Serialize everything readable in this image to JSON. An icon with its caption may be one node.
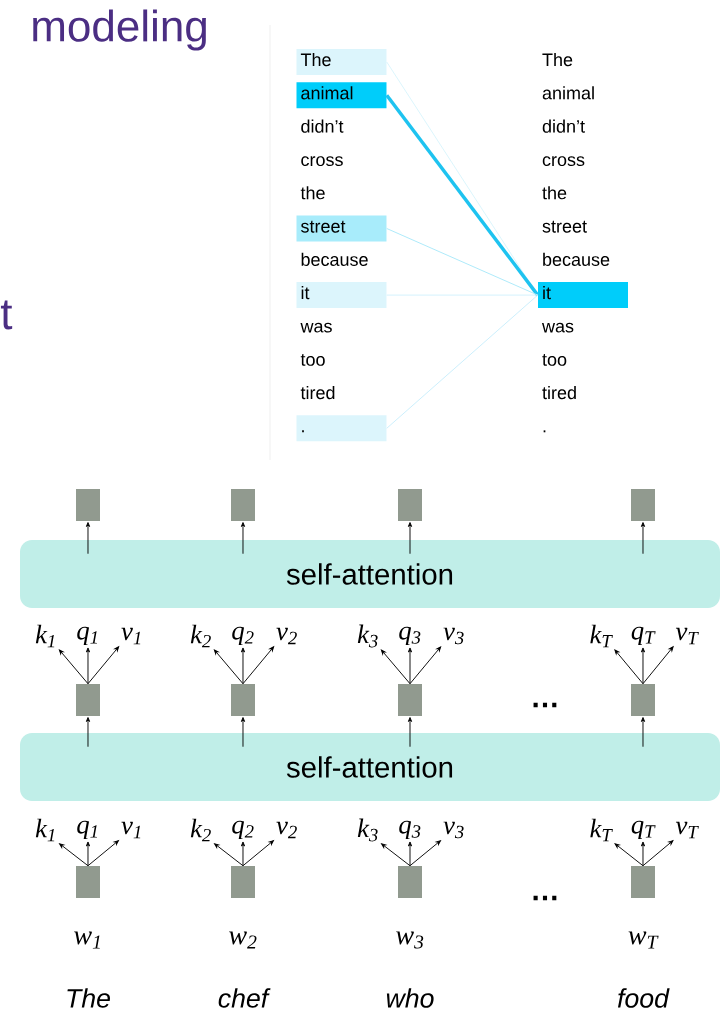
{
  "diagram": {
    "nodes": [
      {
        "text": [
          "The"
        ]
      },
      {
        "text": [
          "animal"
        ]
      },
      {
        "text": [
          "didn’t"
        ]
      },
      {
        "text": [
          "cross"
        ]
      },
      {
        "text": [
          "the"
        ]
      },
      {
        "text": [
          "street"
        ]
      },
      {
        "text": [
          "because"
        ]
      },
      {
        "text": [
          "it"
        ]
      },
      {
        "text": [
          "was"
        ]
      },
      {
        "text": [
          "too"
        ]
      },
      {
        "text": [
          "tired"
        ]
      },
      {
        "text": [
          "."
        ]
      },
      {
        "text": [
          "The"
        ]
      },
      {
        "text": [
          "animal"
        ]
      },
      {
        "text": [
          "didn’t"
        ]
      },
      {
        "text": [
          "cross"
        ]
      },
      {
        "text": [
          "the"
        ]
      },
      {
        "text": [
          "street"
        ]
      },
      {
        "text": [
          "because"
        ]
      },
      {
        "text": [
          "it"
        ]
      },
      {
        "text": [
          "was"
        ]
      },
      {
        "text": [
          "too"
        ]
      },
      {
        "text": [
          "tired"
        ]
      },
      {
        "text": [
          "."
        ]
      },
      {
        "text": [],
        "shape": "box"
      },
      {
        "text": [],
        "shape": "box"
      },
      {
        "text": [],
        "shape": "box"
      },
      {
        "text": [],
        "shape": "box"
      },
      {
        "text": [
          "self-attention"
        ]
      },
      {
        "text": [
          "k$_{1}$"
        ]
      },
      {
        "text": [
          "q$_{1}$"
        ]
      },
      {
        "text": [
          "v$_{1}$"
        ]
      },
      {
        "text": [
          "k$_{2}$"
        ]
      },
      {
        "text": [
          "q$_{2}$"
        ]
      },
      {
        "text": [
          "v$_{2}$"
        ]
      },
      {
        "text": [
          "k$_{3}$"
        ]
      },
      {
        "text": [
          "q$_{3}$"
        ]
      },
      {
        "text": [
          "v$_{3}$"
        ]
      },
      {
        "text": [
          "k$_{T}$"
        ]
      },
      {
        "text": [
          "q$_{T}$"
        ]
      },
      {
        "text": [
          "v$_{T}$"
        ]
      },
      {
        "text": [],
        "shape": "box"
      },
      {
        "text": [],
        "shape": "box"
      },
      {
        "text": [],
        "shape": "box"
      },
      {
        "text": [],
        "shape": "box"
      },
      {
        "text": [
          "self-attention"
        ]
      },
      {
        "text": [
          "k$_{1}$"
        ]
      },
      {
        "text": [
          "q$_{1}$"
        ]
      },
      {
        "text": [
          "v$_{1}$"
        ]
      },
      {
        "text": [
          "k$_{2}$"
        ]
      },
      {
        "text": [
          "q$_{2}$"
        ]
      },
      {
        "text": [
          "v$_{2}$"
        ]
      },
      {
        "text": [
          "k$_{3}$"
        ]
      },
      {
        "text": [
          "q$_{3}$"
        ]
      },
      {
        "text": [
          "v$_{3}$"
        ]
      },
      {
        "text": [
          "k$_{T}$"
        ]
      },
      {
        "text": [
          "q$_{T}$"
        ]
      },
      {
        "text": [
          "v$_{T}$"
        ]
      },
      {
        "text": [],
        "shape": "box",
        "beside": [
          "w$_{1}$",
          "The"
        ]
      },
      {
        "text": [],
        "shape": "box",
        "beside": [
          "w$_{2}$",
          "chef"
        ]
      },
      {
        "text": [],
        "shape": "box",
        "beside": [
          "w$_{3}$",
          "who"
        ]
      },
      {
        "text": [],
        "shape": "box",
        "beside": [
          "w$_{T}$",
          "food"
        ]
      }
    ],
    "edges": [
      {
        "from": 0,
        "to": 19,
        "arrow": "none",
        "color": "#d8f4fc"
      },
      {
        "from": 1,
        "to": 19,
        "arrow": "none",
        "color": "#1ec3f0",
        "style": "thick"
      },
      {
        "from": 5,
        "to": 19,
        "arrow": "none",
        "color": "#a8e8fa"
      },
      {
        "from": 7,
        "to": 19,
        "arrow": "none",
        "color": "#d0f0fc"
      },
      {
        "from": 11,
        "to": 19,
        "arrow": "none",
        "color": "#c8eefc"
      },
      {
        "from": 28,
        "to": 24,
        "arrow": "to"
      },
      {
        "from": 28,
        "to": 25,
        "arrow": "to"
      },
      {
        "from": 28,
        "to": 26,
        "arrow": "to"
      },
      {
        "from": 28,
        "to": 27,
        "arrow": "to"
      },
      {
        "from": 41,
        "to": 29,
        "arrow": "to"
      },
      {
        "from": 41,
        "to": 30,
        "arrow": "to"
      },
      {
        "from": 41,
        "to": 31,
        "arrow": "to"
      },
      {
        "from": 42,
        "to": 32,
        "arrow": "to"
      },
      {
        "from": 42,
        "to": 33,
        "arrow": "to"
      },
      {
        "from": 42,
        "to": 34,
        "arrow": "to"
      },
      {
        "from": 43,
        "to": 35,
        "arrow": "to"
      },
      {
        "from": 43,
        "to": 36,
        "arrow": "to"
      },
      {
        "from": 43,
        "to": 37,
        "arrow": "to"
      },
      {
        "from": 44,
        "to": 38,
        "arrow": "to"
      },
      {
        "from": 44,
        "to": 39,
        "arrow": "to"
      },
      {
        "from": 44,
        "to": 40,
        "arrow": "to"
      },
      {
        "from": 45,
        "to": 41,
        "arrow": "to"
      },
      {
        "from": 45,
        "to": 42,
        "arrow": "to"
      },
      {
        "from": 45,
        "to": 43,
        "arrow": "to"
      },
      {
        "from": 45,
        "to": 44,
        "arrow": "to"
      },
      {
        "from": 58,
        "to": 46,
        "arrow": "to"
      },
      {
        "from": 58,
        "to": 47,
        "arrow": "to"
      },
      {
        "from": 58,
        "to": 48,
        "arrow": "to"
      },
      {
        "from": 59,
        "to": 49,
        "arrow": "to"
      },
      {
        "from": 59,
        "to": 50,
        "arrow": "to"
      },
      {
        "from": 59,
        "to": 51,
        "arrow": "to"
      },
      {
        "from": 60,
        "to": 52,
        "arrow": "to"
      },
      {
        "from": 60,
        "to": 53,
        "arrow": "to"
      },
      {
        "from": 60,
        "to": 54,
        "arrow": "to"
      },
      {
        "from": 61,
        "to": 55,
        "arrow": "to"
      },
      {
        "from": 61,
        "to": 56,
        "arrow": "to"
      },
      {
        "from": 61,
        "to": 57,
        "arrow": "to"
      }
    ],
    "labels": [
      "modeling",
      "t",
      "…",
      "…"
    ]
  }
}
